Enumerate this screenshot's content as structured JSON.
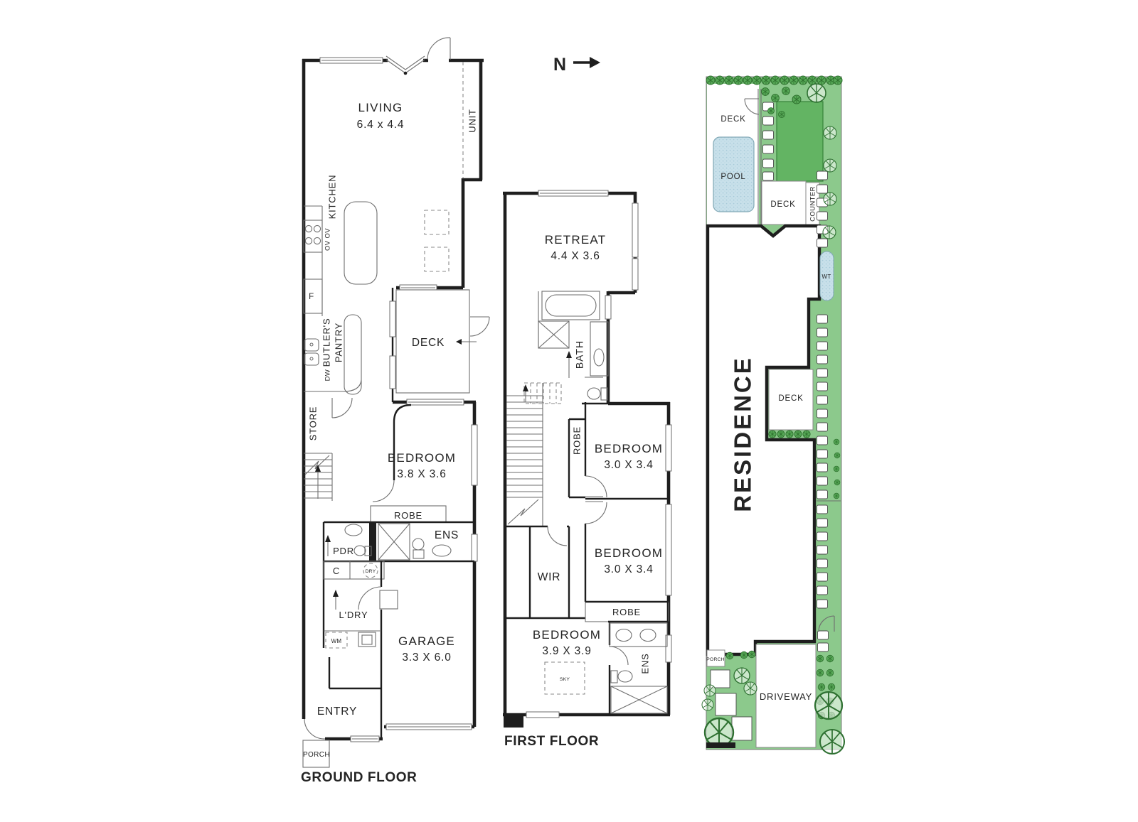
{
  "north": {
    "label": "N"
  },
  "ground_floor": {
    "title": "GROUND FLOOR",
    "rooms": {
      "living": {
        "label": "LIVING",
        "dims": "6.4 x 4.4"
      },
      "unit": {
        "label": "UNIT"
      },
      "kitchen": {
        "label": "KITCHEN"
      },
      "ovens": {
        "label": "OV OV"
      },
      "fridge": {
        "label": "F"
      },
      "butlers_pantry": {
        "line1": "BUTLER'S",
        "line2": "PANTRY"
      },
      "dishwasher": {
        "label": "DW"
      },
      "deck": {
        "label": "DECK"
      },
      "store": {
        "label": "STORE"
      },
      "bedroom": {
        "label": "BEDROOM",
        "dims": "3.8 X 3.6"
      },
      "robe": {
        "label": "ROBE"
      },
      "ensuite": {
        "label": "ENS"
      },
      "powder": {
        "label": "PDR"
      },
      "cupboard": {
        "label": "C"
      },
      "dryer": {
        "label": "DRY"
      },
      "laundry": {
        "label": "L'DRY"
      },
      "washer": {
        "label": "WM"
      },
      "garage": {
        "label": "GARAGE",
        "dims": "3.3 X 6.0"
      },
      "entry": {
        "label": "ENTRY"
      },
      "porch": {
        "label": "PORCH"
      }
    }
  },
  "first_floor": {
    "title": "FIRST FLOOR",
    "rooms": {
      "retreat": {
        "label": "RETREAT",
        "dims": "4.4 X 3.6"
      },
      "bath": {
        "label": "BATH"
      },
      "robe_bed1": {
        "label": "ROBE"
      },
      "bedroom1": {
        "label": "BEDROOM",
        "dims": "3.0 X 3.4"
      },
      "bedroom2": {
        "label": "BEDROOM",
        "dims": "3.0 X 3.4"
      },
      "wir": {
        "label": "WIR"
      },
      "robe_bed3": {
        "label": "ROBE"
      },
      "bedroom3": {
        "label": "BEDROOM",
        "dims": "3.9 X 3.9"
      },
      "skylight": {
        "label": "SKY"
      },
      "ensuite": {
        "label": "ENS"
      }
    }
  },
  "site_plan": {
    "labels": {
      "deck_top": "DECK",
      "pool": "POOL",
      "deck_upper": "DECK",
      "counter": "COUNTER",
      "water_tank": "WT",
      "residence": "RESIDENCE",
      "deck_lower": "DECK",
      "porch": "PORCH",
      "driveway": "DRIVEWAY"
    }
  },
  "colors": {
    "wall": "#1e1e1e",
    "lawn_green": "#8cc98c",
    "garden_bed_green": "#63b463",
    "pool_blue": "#c8e0ea"
  }
}
